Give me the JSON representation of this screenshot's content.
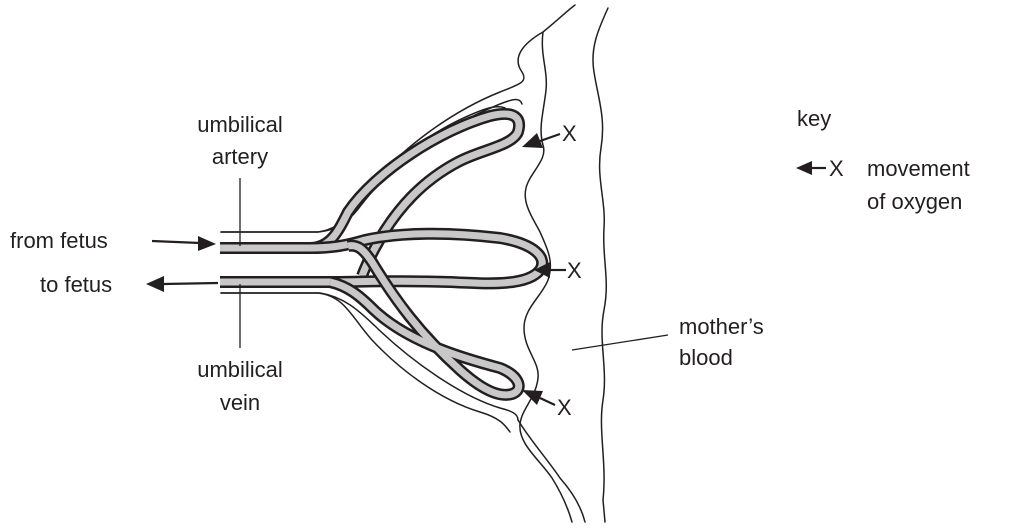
{
  "labels": {
    "umbilical_artery_line1": "umbilical",
    "umbilical_artery_line2": "artery",
    "from_fetus": "from fetus",
    "to_fetus": "to fetus",
    "umbilical_vein_line1": "umbilical",
    "umbilical_vein_line2": "vein",
    "x_top": "X",
    "x_middle": "X",
    "x_bottom": "X",
    "mothers_blood_line1": "mother’s",
    "mothers_blood_line2": "blood"
  },
  "key": {
    "title": "key",
    "symbol": "X",
    "desc_line1": "movement",
    "desc_line2": "of oxygen"
  },
  "colors": {
    "ink": "#231f20",
    "vessel_fill": "#c8c8c8"
  }
}
